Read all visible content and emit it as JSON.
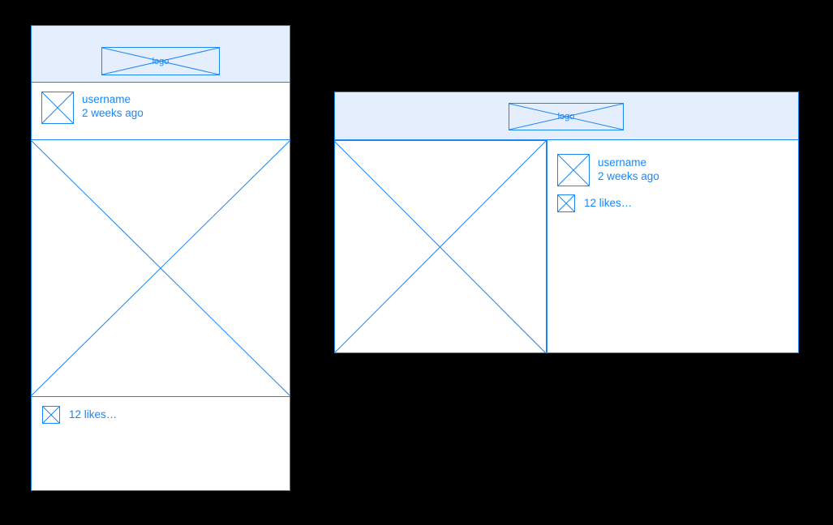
{
  "page": {
    "background_color": "#000000",
    "stroke_color": "#1a87f5",
    "header_fill_color": "#e4eefd",
    "body_fill_color": "#ffffff",
    "text_color": "#1a87f5"
  },
  "mobile_card": {
    "name": "mobile-post-wireframe",
    "header": {
      "logo": {
        "label": "logo",
        "icon": "image-placeholder-icon"
      }
    },
    "post_meta": {
      "avatar_icon": "avatar-placeholder-icon",
      "username": "username",
      "timestamp": "2 weeks ago"
    },
    "photo": {
      "icon": "image-placeholder-icon"
    },
    "likes": {
      "icon": "heart-placeholder-icon",
      "label": "12 likes…"
    }
  },
  "desktop_card": {
    "name": "desktop-post-wireframe",
    "header": {
      "logo": {
        "label": "logo",
        "icon": "image-placeholder-icon"
      }
    },
    "photo": {
      "icon": "image-placeholder-icon"
    },
    "post_meta": {
      "avatar_icon": "avatar-placeholder-icon",
      "username": "username",
      "timestamp": "2 weeks ago"
    },
    "likes": {
      "icon": "heart-placeholder-icon",
      "label": "12 likes…"
    }
  }
}
